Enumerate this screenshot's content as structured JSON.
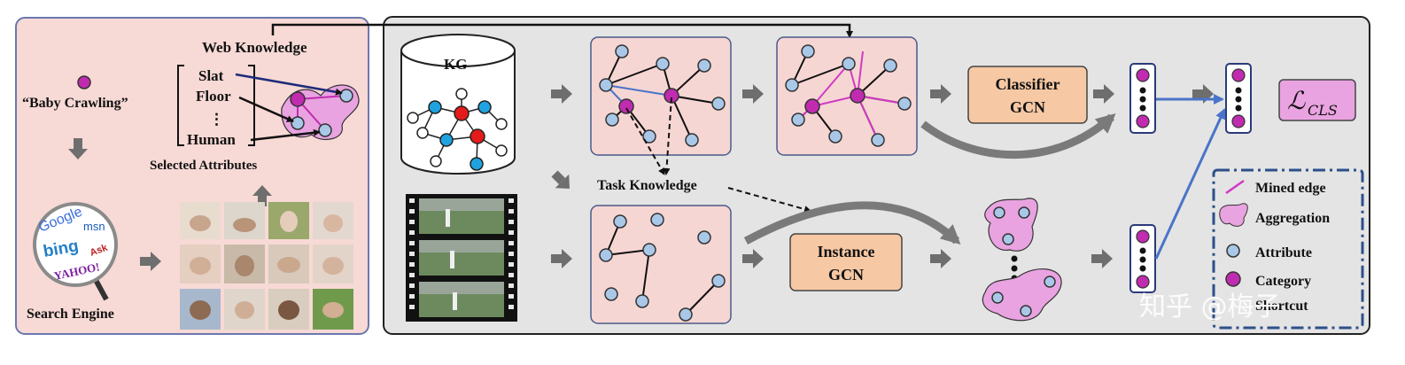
{
  "left_panel": {
    "query_text": "“Baby Crawling”",
    "web_knowledge_label": "Web Knowledge",
    "attributes": [
      "Slat",
      "Floor",
      "⋮",
      "Human"
    ],
    "selected_attributes_label": "Selected Attributes",
    "search_engine_label": "Search Engine",
    "search_logos": [
      "Google",
      "msn",
      "bing",
      "Ask",
      "YAHOO!"
    ]
  },
  "right_panel": {
    "kg_label": "KG",
    "task_knowledge_label": "Task Knowledge",
    "classifier_gcn_label": [
      "Classifier",
      "GCN"
    ],
    "instance_gcn_label": [
      "Instance",
      "GCN"
    ],
    "loss_label": "ℒ",
    "loss_subscript": "CLS"
  },
  "legend": {
    "items": [
      "Mined edge",
      "Aggregation",
      "Attribute",
      "Category",
      "Shortcut"
    ]
  },
  "watermark": "知乎 @梅子",
  "colors": {
    "left_bg": "#f7d9d5",
    "right_bg": "#e4e4e4",
    "graph_box": "#f6d6d3",
    "gcn_box": "#f6c8a4",
    "attribute_node": "#a9c8e8",
    "category_node": "#c02bb0",
    "mined_edge": "#d13ac4",
    "aggregation": "#e9a3e0",
    "shortcut": "#4a74c9",
    "kg_blue": "#1ea3e0",
    "kg_red": "#e51b1b",
    "arrow_gray": "#7a7a7a"
  }
}
